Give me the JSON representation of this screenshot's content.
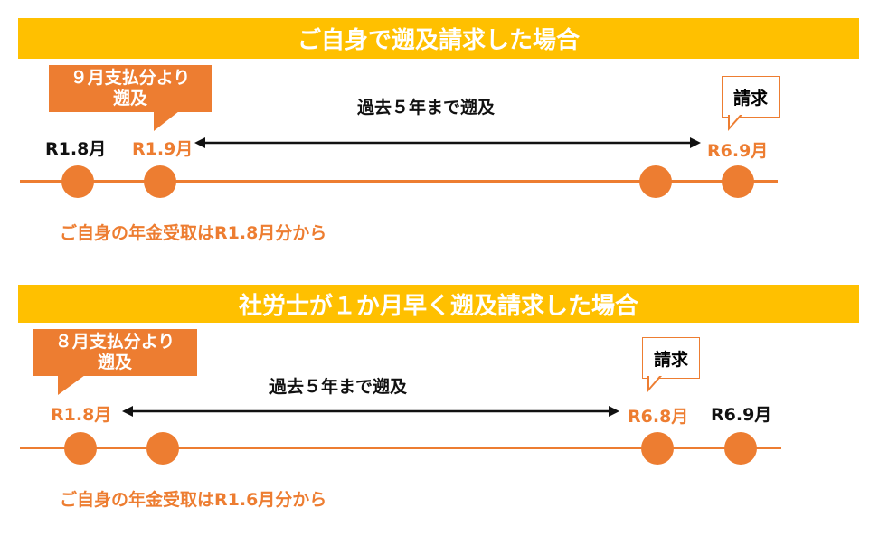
{
  "colors": {
    "title_bg": "#FFC000",
    "accent": "#ED7D31",
    "text": "#111111"
  },
  "section1": {
    "title": "ご自身で遡及請求した場合",
    "callout_line1": "９月支払分より",
    "callout_line2": "遡及",
    "request_label": "請求",
    "label_r18": "R1.8月",
    "label_r19": "R1.9月",
    "label_r69": "R6.9月",
    "span_text": "過去５年まで遡及",
    "footer": "ご自身の年金受取はR1.8月分から"
  },
  "section2": {
    "title": "社労士が１か月早く遡及請求した場合",
    "callout_line1": "８月支払分より",
    "callout_line2": "遡及",
    "request_label": "請求",
    "label_r18": "R1.8月",
    "label_r68": "R6.8月",
    "label_r69": "R6.9月",
    "span_text": "過去５年まで遡及",
    "footer": "ご自身の年金受取はR1.6月分から"
  }
}
